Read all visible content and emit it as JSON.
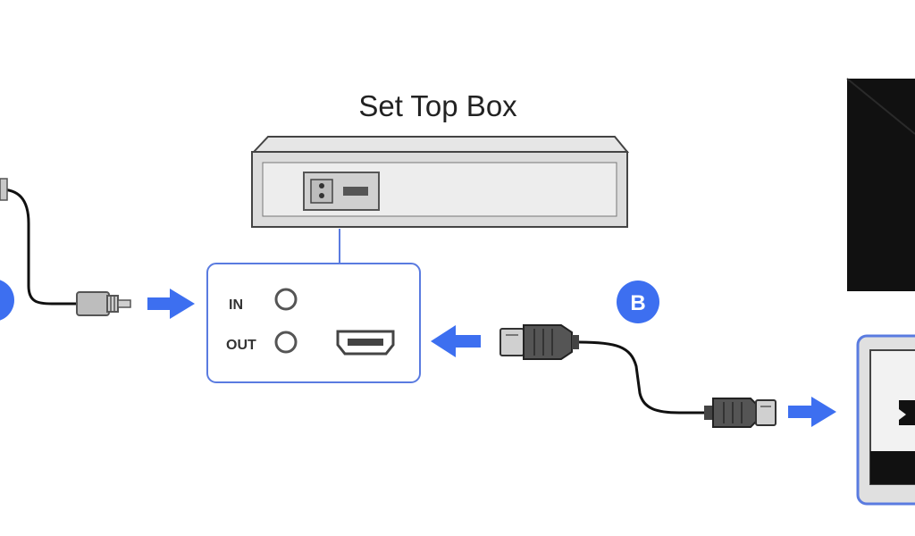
{
  "set_top_box": {
    "title": "Set Top Box",
    "port_in_label": "IN",
    "port_out_label": "OUT"
  },
  "badges": {
    "b": "B"
  },
  "colors": {
    "accent": "#3d6ff0",
    "panel_border": "#5a7be0",
    "device_gray": "#d9d9d9",
    "tv_black": "#111111",
    "cable": "#111111"
  },
  "icons": [
    "coax-connector-icon",
    "hdmi-port-icon",
    "hdmi-plug-icon",
    "arrow-right-icon",
    "arrow-left-icon"
  ]
}
